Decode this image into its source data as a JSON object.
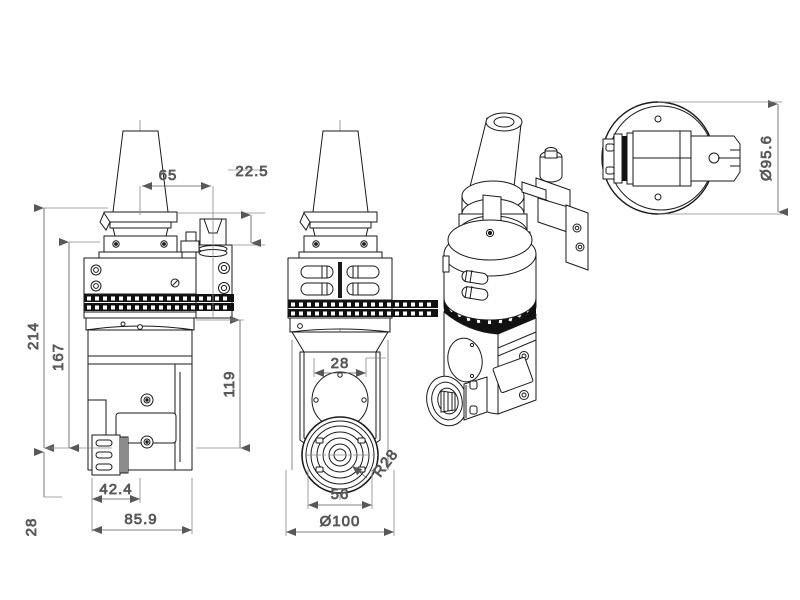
{
  "drawing": {
    "title": "Angle Head Tool Holder Technical Drawing",
    "background_color": "#ffffff",
    "line_color": "#1a1a1a",
    "dimension_color": "#58585a",
    "units": "mm"
  },
  "views": [
    {
      "id": "view-front",
      "name": "front-view"
    },
    {
      "id": "view-side",
      "name": "side-view"
    },
    {
      "id": "view-iso",
      "name": "isometric-view"
    },
    {
      "id": "view-top",
      "name": "top-end-view"
    }
  ],
  "dimensions": {
    "front": {
      "d65": "65",
      "d22_5": "22.5",
      "d214": "214",
      "d167": "167",
      "d28": "28",
      "d42_4": "42.4",
      "d85_9": "85.9"
    },
    "side": {
      "d119": "119",
      "d28": "28",
      "d56": "56",
      "r28": "R28",
      "dia100": "Ø100"
    },
    "top": {
      "dia95_6": "Ø95.6"
    }
  }
}
